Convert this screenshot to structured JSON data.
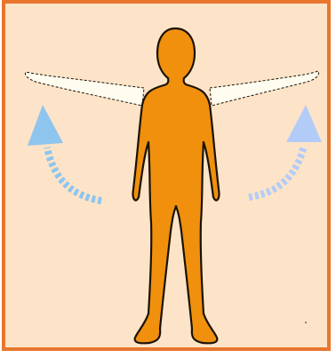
{
  "figure": {
    "subject": "human-figure",
    "motion": "arms-raise-sideways",
    "colors": {
      "frame_border": "#e8762d",
      "background": "#fde4c8",
      "body_fill": "#f0900d",
      "body_outline": "#1a1206",
      "arm_ghost_fill": "#fffdf0",
      "arrow_left": "#8ec5ee",
      "arrow_right": "#b3ccf7"
    },
    "icons": [
      "human-silhouette",
      "dashed-curved-arrow-up-left",
      "dashed-curved-arrow-up-right"
    ]
  }
}
